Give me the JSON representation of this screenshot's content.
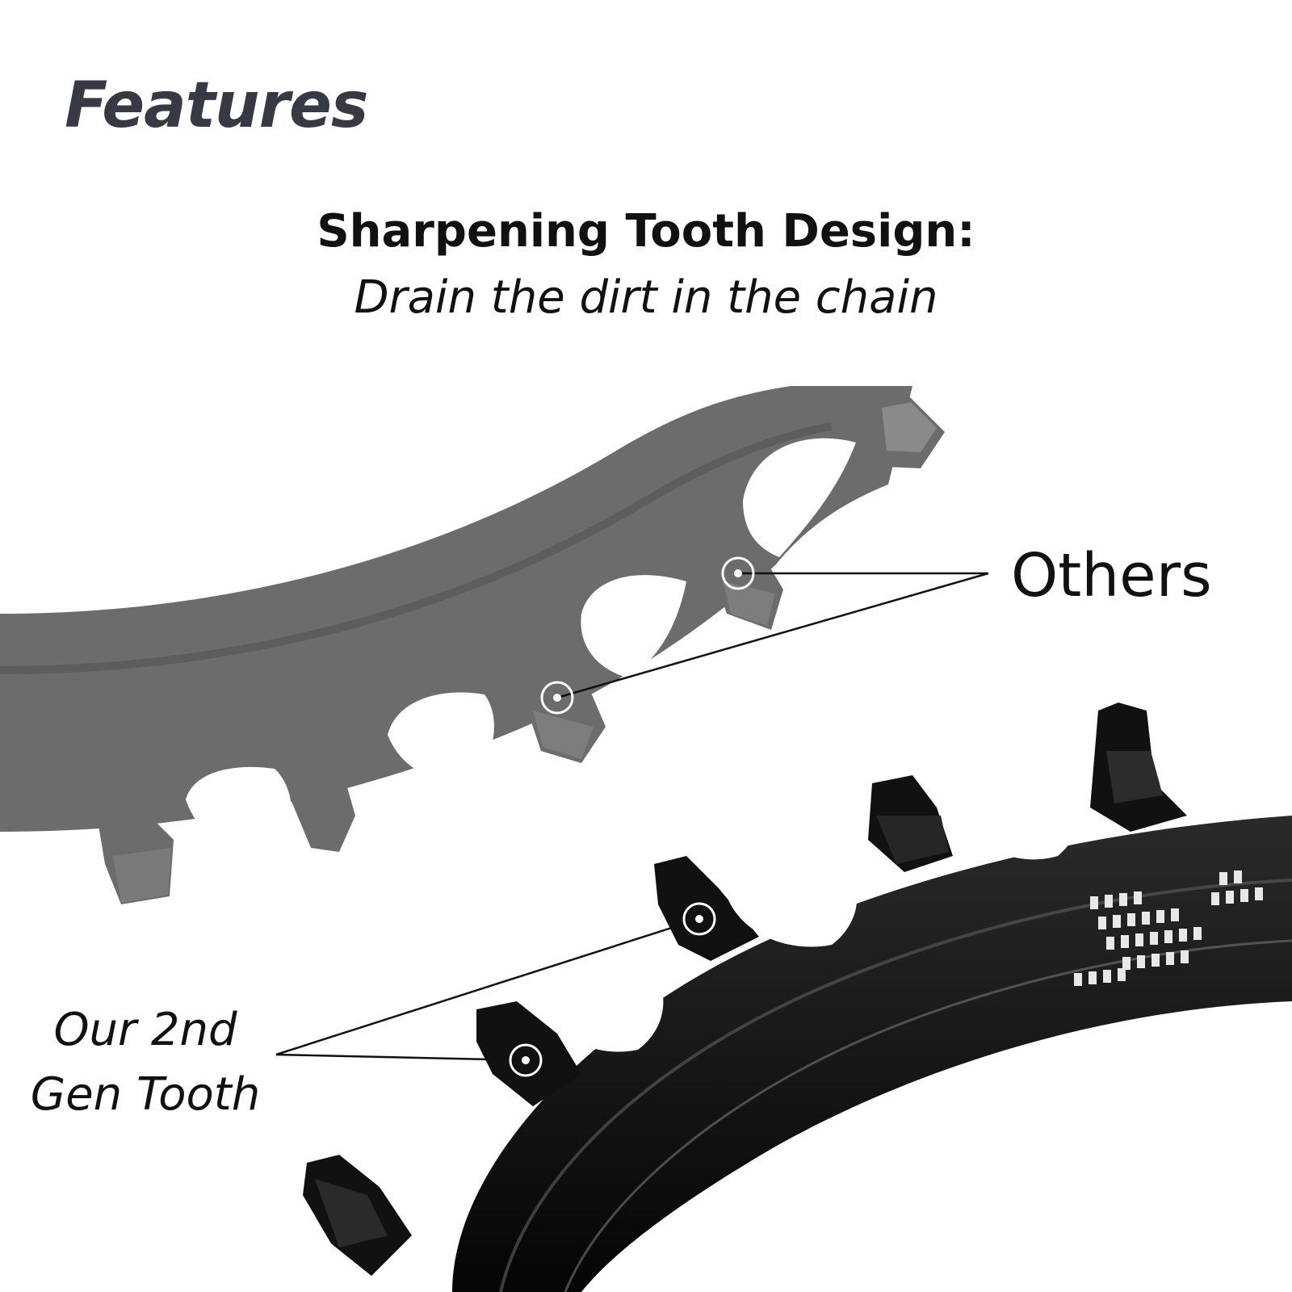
{
  "header": {
    "title": "Features"
  },
  "feature": {
    "heading": "Sharpening Tooth Design:",
    "subheading": "Drain the dirt in the chain"
  },
  "callouts": {
    "others_label": "Others",
    "ours_label_line1": "Our 2nd",
    "ours_label_line2": "Gen Tooth"
  },
  "colors": {
    "others_ring": "#6b6b6b",
    "our_ring": "#0d0d0d",
    "title_text": "#373a45",
    "body_text": "#111111"
  }
}
